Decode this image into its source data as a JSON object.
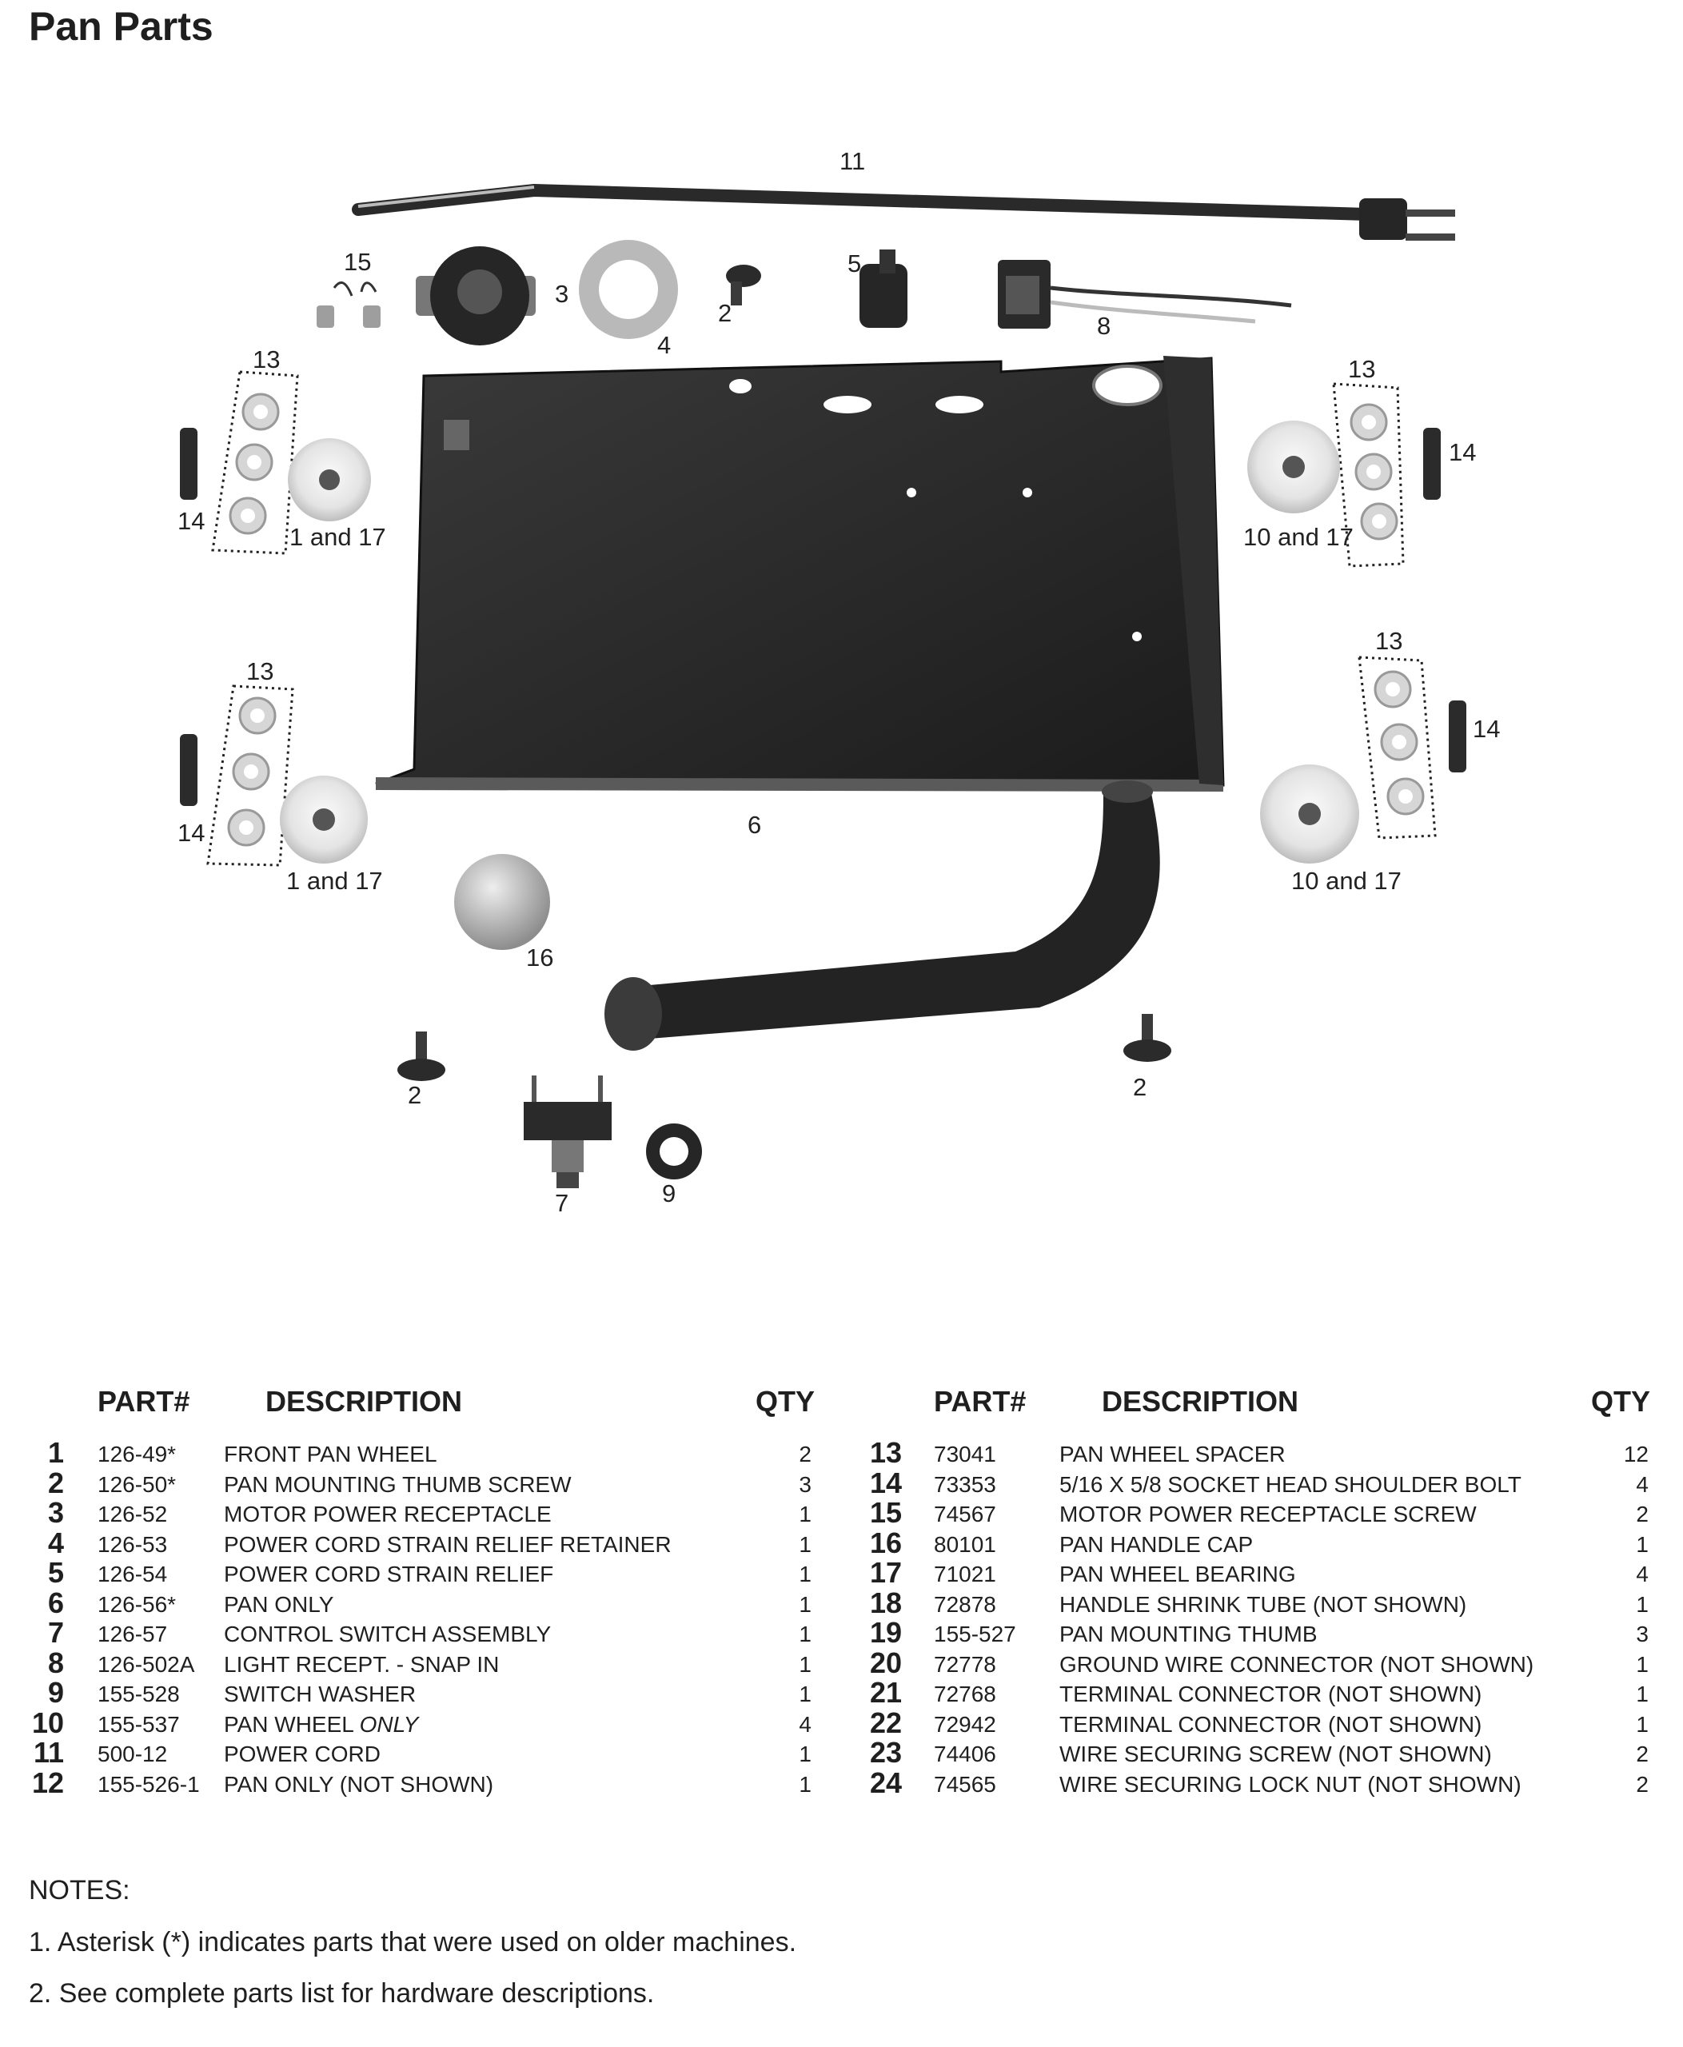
{
  "title": "Pan Parts",
  "callouts": {
    "c11": "11",
    "c15": "15",
    "c3": "3",
    "c2a": "2",
    "c4": "4",
    "c5": "5",
    "c8": "8",
    "c13a": "13",
    "c14a": "14",
    "c1a": "1 and 17",
    "c13b": "13",
    "c14b": "14",
    "c10a": "10 and 17",
    "c13c": "13",
    "c14c": "14",
    "c1b": "1 and 17",
    "c13d": "13",
    "c14d": "14",
    "c10b": "10 and 17",
    "c6": "6",
    "c16": "16",
    "c2b": "2",
    "c2c": "2",
    "c7": "7",
    "c9": "9"
  },
  "table": {
    "headers": {
      "part": "PART#",
      "description": "DESCRIPTION",
      "qty": "QTY"
    },
    "left": [
      {
        "n": "1",
        "part": "126-49*",
        "desc": "FRONT PAN WHEEL",
        "qty": "2"
      },
      {
        "n": "2",
        "part": "126-50*",
        "desc": "PAN MOUNTING THUMB SCREW",
        "qty": "3"
      },
      {
        "n": "3",
        "part": "126-52",
        "desc": "MOTOR POWER RECEPTACLE",
        "qty": "1"
      },
      {
        "n": "4",
        "part": "126-53",
        "desc": "POWER CORD STRAIN RELIEF RETAINER",
        "qty": "1"
      },
      {
        "n": "5",
        "part": "126-54",
        "desc": "POWER CORD STRAIN RELIEF",
        "qty": "1"
      },
      {
        "n": "6",
        "part": "126-56*",
        "desc": "PAN ONLY",
        "qty": "1"
      },
      {
        "n": "7",
        "part": "126-57",
        "desc": "CONTROL SWITCH ASSEMBLY",
        "qty": "1"
      },
      {
        "n": "8",
        "part": "126-502A",
        "desc": "LIGHT RECEPT. - SNAP IN",
        "qty": "1"
      },
      {
        "n": "9",
        "part": "155-528",
        "desc": "SWITCH WASHER",
        "qty": "1"
      },
      {
        "n": "10",
        "part": "155-537",
        "desc": "PAN WHEEL ",
        "desc_em": "ONLY",
        "qty": "4"
      },
      {
        "n": "11",
        "part": "500-12",
        "desc": "POWER CORD",
        "qty": "1"
      },
      {
        "n": "12",
        "part": "155-526-1",
        "desc": "PAN ONLY (NOT SHOWN)",
        "qty": "1"
      }
    ],
    "right": [
      {
        "n": "13",
        "part": "73041",
        "desc": "PAN WHEEL SPACER",
        "qty": "12"
      },
      {
        "n": "14",
        "part": "73353",
        "desc": "5/16 X 5/8 SOCKET HEAD SHOULDER BOLT",
        "qty": "4"
      },
      {
        "n": "15",
        "part": "74567",
        "desc": "MOTOR POWER RECEPTACLE SCREW",
        "qty": "2"
      },
      {
        "n": "16",
        "part": "80101",
        "desc": "PAN HANDLE CAP",
        "qty": "1"
      },
      {
        "n": "17",
        "part": "71021",
        "desc": "PAN WHEEL BEARING",
        "qty": "4"
      },
      {
        "n": "18",
        "part": "72878",
        "desc": "HANDLE SHRINK TUBE (NOT SHOWN)",
        "qty": "1"
      },
      {
        "n": "19",
        "part": "155-527",
        "desc": "PAN MOUNTING THUMB",
        "qty": "3"
      },
      {
        "n": "20",
        "part": "72778",
        "desc": "GROUND WIRE CONNECTOR (NOT SHOWN)",
        "qty": "1"
      },
      {
        "n": "21",
        "part": "72768",
        "desc": "TERMINAL CONNECTOR (NOT SHOWN)",
        "qty": "1"
      },
      {
        "n": "22",
        "part": "72942",
        "desc": "TERMINAL CONNECTOR (NOT SHOWN)",
        "qty": "1"
      },
      {
        "n": "23",
        "part": "74406",
        "desc": "WIRE SECURING SCREW (NOT SHOWN)",
        "qty": "2"
      },
      {
        "n": "24",
        "part": "74565",
        "desc": "WIRE SECURING LOCK NUT (NOT SHOWN)",
        "qty": "2"
      }
    ]
  },
  "notes": {
    "heading": "NOTES:",
    "items": [
      "1.  Asterisk (*) indicates parts that were used on older machines.",
      "2.  See complete parts list for hardware descriptions."
    ]
  }
}
